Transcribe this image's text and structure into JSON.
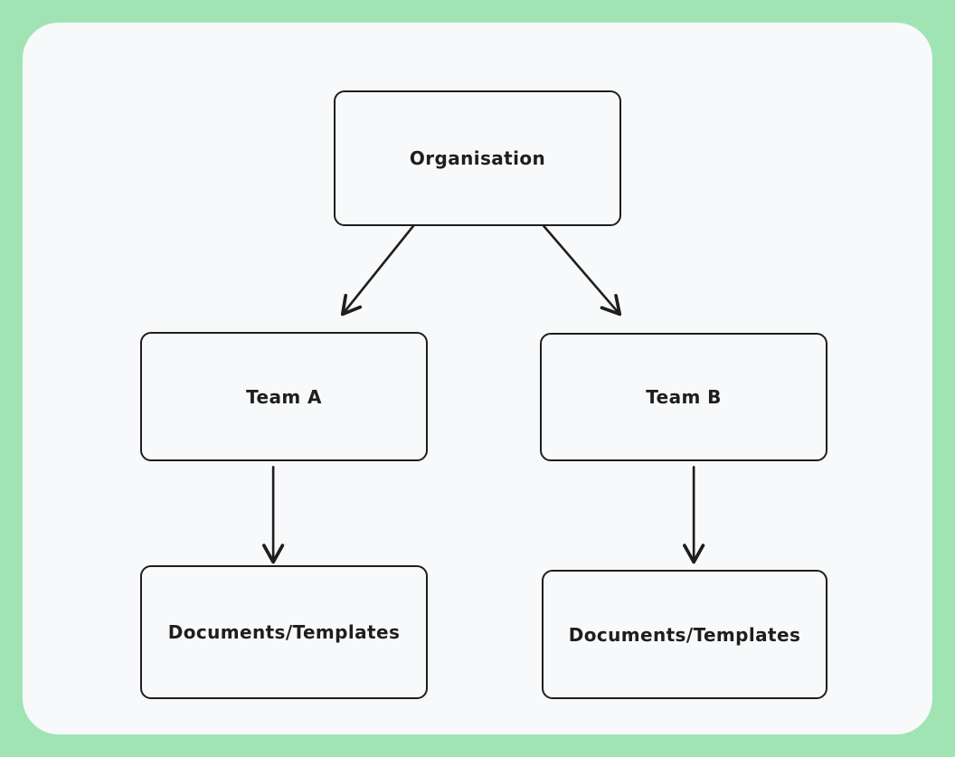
{
  "diagram": {
    "nodes": [
      {
        "id": "organisation",
        "label": "Organisation"
      },
      {
        "id": "team-a",
        "label": "Team A"
      },
      {
        "id": "team-b",
        "label": "Team B"
      },
      {
        "id": "documents-a",
        "label": "Documents/Templates"
      },
      {
        "id": "documents-b",
        "label": "Documents/Templates"
      }
    ],
    "edges": [
      {
        "from": "organisation",
        "to": "team-a"
      },
      {
        "from": "organisation",
        "to": "team-b"
      },
      {
        "from": "team-a",
        "to": "documents-a"
      },
      {
        "from": "team-b",
        "to": "documents-b"
      }
    ],
    "colors": {
      "frame_background": "#a0e4b4",
      "canvas_background": "#f8f9fa",
      "stroke": "#1e1e1e"
    }
  }
}
